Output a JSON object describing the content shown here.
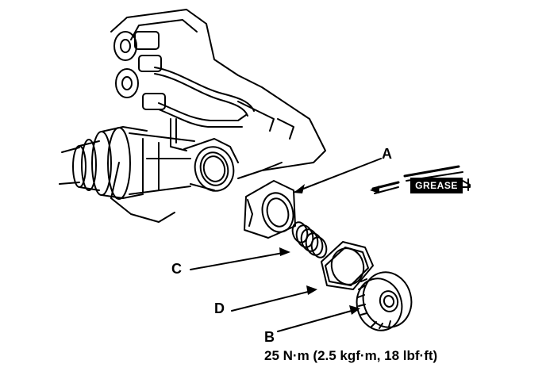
{
  "labels": {
    "a": "A",
    "b": "B",
    "c": "C",
    "d": "D"
  },
  "torque_spec": "25 N·m (2.5 kgf·m, 18 lbf·ft)",
  "grease_tag": "GREASE",
  "icons": [
    "grease-gun-icon"
  ],
  "colors": {
    "ink": "#000000",
    "paper": "#ffffff"
  }
}
